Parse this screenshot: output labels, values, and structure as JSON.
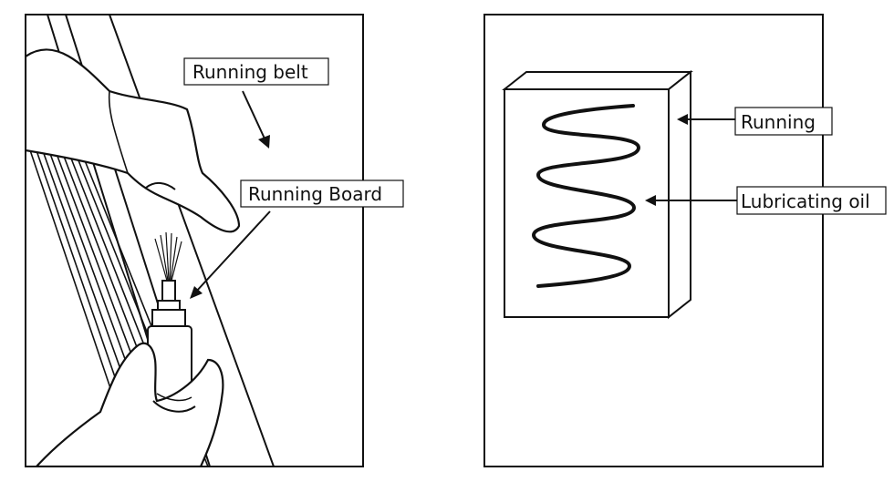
{
  "left_panel": {
    "label_running_belt": "Running belt",
    "label_running_board": "Running Board"
  },
  "right_panel": {
    "label_running": "Running",
    "label_lubricating_oil": "Lubricating oil"
  },
  "colors": {
    "stroke": "#111111",
    "background": "#ffffff"
  },
  "icons": [
    "hand-icon",
    "oil-bottle-icon",
    "arrow-icon"
  ]
}
